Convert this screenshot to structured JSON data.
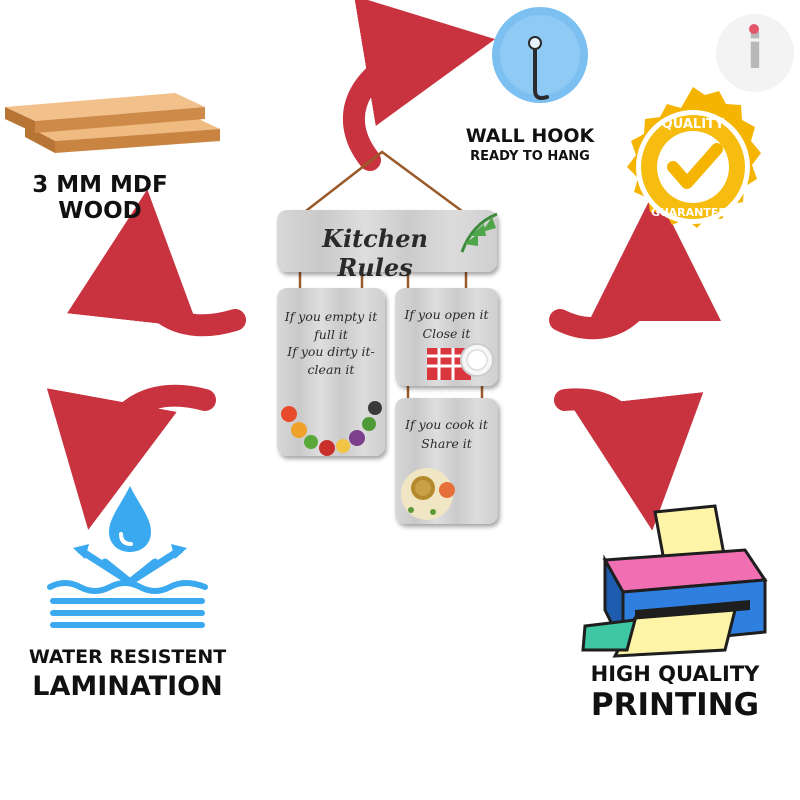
{
  "features": {
    "mdf": {
      "line1": "3 MM MDF",
      "line2": "WOOD"
    },
    "hook": {
      "line1": "WALL HOOK",
      "line2": "READY TO HANG"
    },
    "quality_badge": {
      "top": "QUALITY",
      "bottom": "GUARANTEED"
    },
    "lamination": {
      "line1": "WATER RESISTENT",
      "line2": "LAMINATION"
    },
    "printing": {
      "line1": "HIGH QUALITY",
      "line2": "PRINTING"
    }
  },
  "product": {
    "header": "Kitchen Rules",
    "panel_left": {
      "line1": "If you empty it",
      "line2": "full it",
      "line3": "If you dirty it-",
      "line4": "clean it"
    },
    "panel_right_top": {
      "line1": "If you open it",
      "line2": "Close it"
    },
    "panel_right_bottom": {
      "line1": "If you cook it",
      "line2": "Share it"
    }
  },
  "brand_mark": "i",
  "colors": {
    "arrow": "#c8333f",
    "water": "#3ba9f0",
    "gold": "#f4b400",
    "wood": "#e2a465",
    "hook": "#6fb8f0"
  }
}
